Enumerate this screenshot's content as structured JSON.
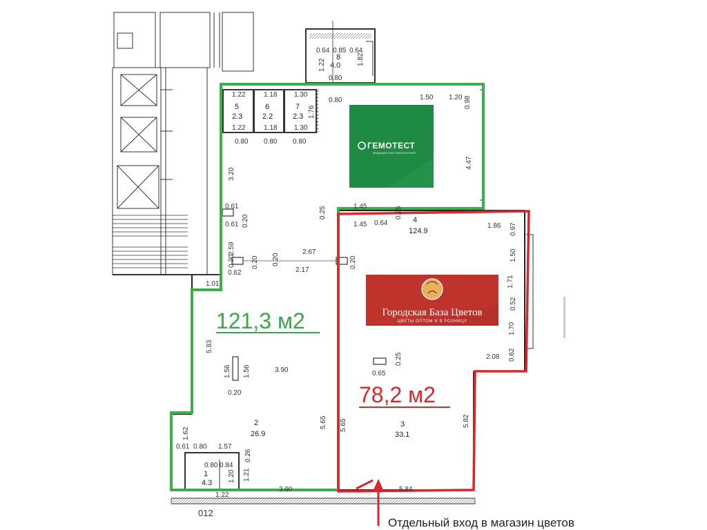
{
  "areas": {
    "green": "121,3 м2",
    "red": "78,2 м2"
  },
  "caption": "Отдельный вход в магазин цветов",
  "logos": {
    "gemotest": {
      "name": "ГЕМОТЕСТ",
      "tagline": "МЕДИЦИНСКАЯ ЛАБОРАТОРИЯ"
    },
    "flowers": {
      "name": "Городская База Цветов",
      "tagline": "ЦВЕТЫ ОПТОМ И В РОЗНИЦУ"
    }
  },
  "rooms": {
    "r1": {
      "num": "1",
      "area": "4.3"
    },
    "r2": {
      "num": "2",
      "area": "26.9"
    },
    "r3": {
      "num": "3",
      "area": "33.1"
    },
    "r4": {
      "num": "4",
      "area": "124.9"
    },
    "r5": {
      "num": "5",
      "area": "2.3"
    },
    "r6": {
      "num": "6",
      "area": "2.2"
    },
    "r7": {
      "num": "7",
      "area": "2.3"
    },
    "r8": {
      "num": "8",
      "area": "4.0"
    }
  },
  "dims": {
    "d_064a": "0.64",
    "d_085": "0.85",
    "d_064b": "0.64",
    "d_122top": "1.22",
    "d_182": "1.82",
    "d_080top": "0.80",
    "d_080top2": "0.80",
    "d_150": "1.50",
    "d_120": "1.20",
    "d_098": "0.98",
    "d_447": "4.47",
    "d_122a": "1.22",
    "d_118": "1.18",
    "d_130": "1.30",
    "d_176": "1.76",
    "d_122b": "1.22",
    "d_118b": "1.18",
    "d_130b": "1.30",
    "d_080a": "0.80",
    "d_080b": "0.80",
    "d_080c": "0.80",
    "d_320": "3.20",
    "d_061a": "0.61",
    "d_061b": "0.61",
    "d_020a": "0.20",
    "d_259": "2.59",
    "d_020b": "0.20",
    "d_025a": "0.25",
    "d_145a": "1.45",
    "d_145b": "1.45",
    "d_064c": "0.64",
    "d_025b": "0.25",
    "d_020c": "0.20",
    "d_267": "2.67",
    "d_020d": "0.20",
    "d_217": "2.17",
    "d_020e": "0.20",
    "d_062": "0.62",
    "d_101": "1.01",
    "d_593": "5.93",
    "d_186": "1.86",
    "d_097": "0.97",
    "d_150b": "1.50",
    "d_171": "1.71",
    "d_052": "0.52",
    "d_170": "1.70",
    "d_208": "2.08",
    "d_062b": "0.62",
    "d_025c": "0.25",
    "d_065": "0.65",
    "d_582": "5.82",
    "d_156a": "1.56",
    "d_156b": "1.56",
    "d_390": "3.90",
    "d_020f": "0.20",
    "d_565a": "5.65",
    "d_565b": "5.65",
    "d_162": "1.62",
    "d_061c": "0.61",
    "d_080d": "0.80",
    "d_157": "1.57",
    "d_084": "0.84",
    "d_026": "0.26",
    "d_121": "1.21",
    "d_120b": "1.20",
    "d_122c": "1.22",
    "d_390b": "3.90",
    "d_584": "5.84",
    "d_012": "012"
  },
  "colors": {
    "green_outline": "#3cae4c",
    "red_outline": "#d8262a",
    "gemotest_bg": "#1f8a43",
    "flowers_bg": "#b8302a"
  }
}
